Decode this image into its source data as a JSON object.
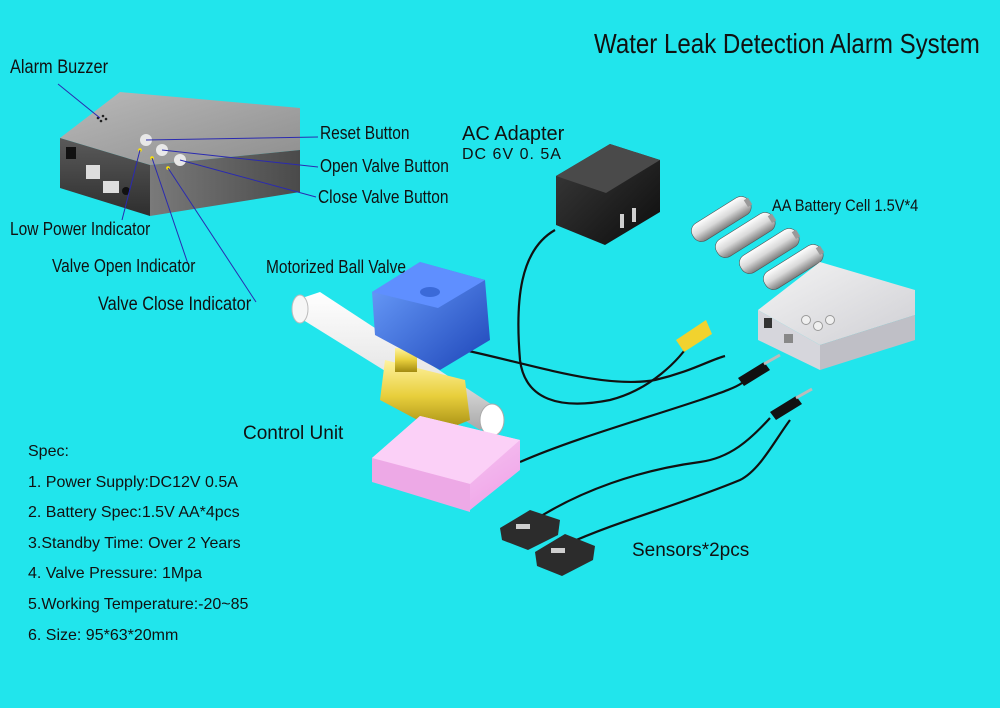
{
  "title": "Water Leak Detection Alarm System",
  "labels": {
    "alarm_buzzer": "Alarm Buzzer",
    "reset_button": "Reset Button",
    "open_valve_button": "Open Valve Button",
    "close_valve_button": "Close Valve Button",
    "low_power_indicator": "Low Power Indicator",
    "valve_open_indicator": "Valve Open Indicator",
    "valve_close_indicator": "Valve Close Indicator",
    "motorized_ball_valve": "Motorized Ball Valve",
    "ac_adapter": "AC Adapter",
    "ac_adapter_spec": "DC  6V  0. 5A",
    "aa_battery": "AA Battery Cell 1.5V*4",
    "control_unit": "Control Unit",
    "sensors": "Sensors*2pcs"
  },
  "spec": {
    "title": "Spec:",
    "items": [
      "1. Power Supply:DC12V 0.5A",
      "2. Battery Spec:1.5V AA*4pcs",
      "3.Standby Time: Over 2 Years",
      "4. Valve Pressure: 1Mpa",
      "5.Working Temperature:-20~85",
      "6. Size: 95*63*20mm"
    ]
  },
  "colors": {
    "background": "#21e5ec",
    "leader_line": "#2a2ab0",
    "valve_blue": "#2f63d8",
    "brass": "#e8d24a",
    "control_unit_pink": "#f7b8f0"
  }
}
